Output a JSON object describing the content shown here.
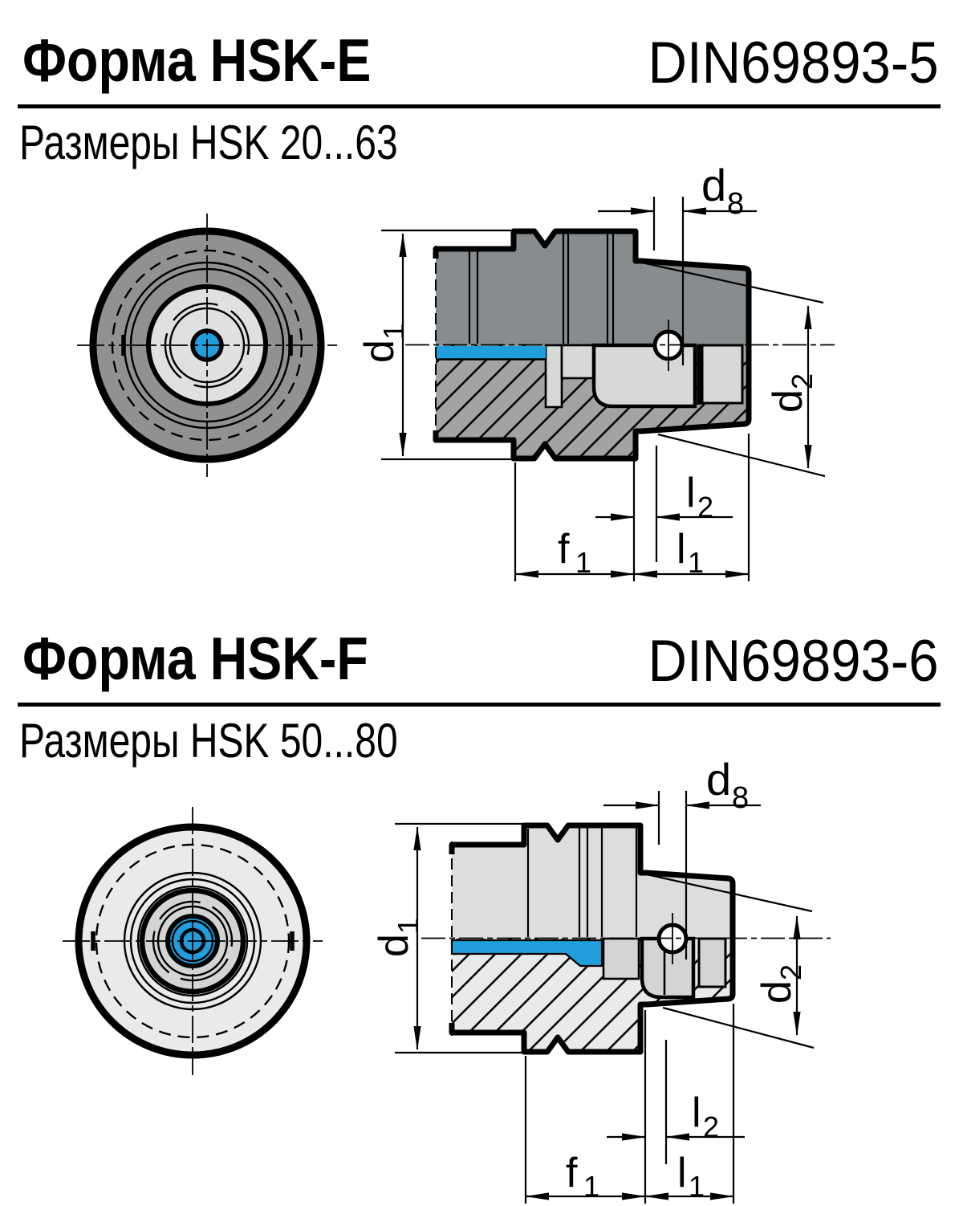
{
  "colors": {
    "accent_blue": "#219fdd",
    "dark_body_gray": "#898c8e",
    "dark_ring_gray": "#8f9193",
    "light_body_gray": "#dcdddd",
    "cavity_gray": "#d6d8d9",
    "outline_black": "#000000"
  },
  "sections": [
    {
      "id": "hsk-e",
      "title": "Форма HSK-E",
      "standard": "DIN69893-5",
      "subtitle": "Размеры HSK 20...63",
      "dims": {
        "d1": [
          "d",
          "1"
        ],
        "d8": [
          "d",
          "8"
        ],
        "d2": [
          "d",
          "2"
        ],
        "l2": [
          "l",
          "2"
        ],
        "f1": [
          "f",
          "1"
        ],
        "l1": [
          "l",
          "1"
        ]
      }
    },
    {
      "id": "hsk-f",
      "title": "Форма HSK-F",
      "standard": "DIN69893-6",
      "subtitle": "Размеры HSK 50...80",
      "dims": {
        "d1": [
          "d",
          "1"
        ],
        "d8": [
          "d",
          "8"
        ],
        "d2": [
          "d",
          "2"
        ],
        "l2": [
          "l",
          "2"
        ],
        "f1": [
          "f",
          "1"
        ],
        "l1": [
          "l",
          "1"
        ]
      }
    }
  ]
}
